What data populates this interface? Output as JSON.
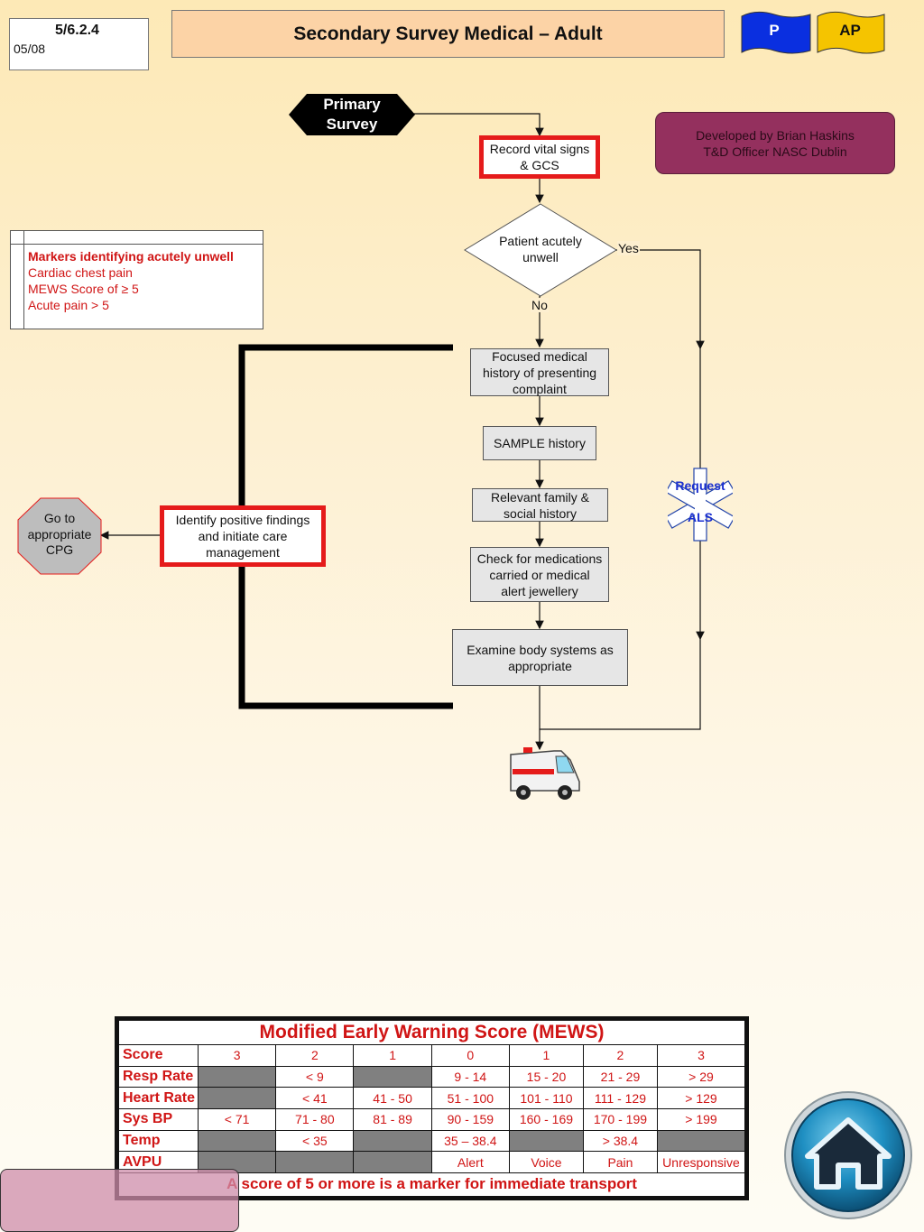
{
  "header": {
    "version_code": "5/6.2.4",
    "version_date": "05/08",
    "title": "Secondary Survey Medical – Adult",
    "flag_p": "P",
    "flag_ap": "AP"
  },
  "developer_note": {
    "line1": "Developed by Brian Haskins",
    "line2": "T&D Officer NASC Dublin"
  },
  "markers": {
    "heading": "Markers identifying acutely unwell",
    "items": [
      "Cardiac chest pain",
      "MEWS Score of ≥ 5",
      "Acute pain > 5"
    ]
  },
  "flow": {
    "primary_survey": [
      "Primary",
      "Survey"
    ],
    "record_vitals": [
      "Record vital signs",
      "& GCS"
    ],
    "acutely_unwell": [
      "Patient acutely",
      "unwell"
    ],
    "yes_label": "Yes",
    "no_label": "No",
    "focused_history": [
      "Focused medical",
      "history of presenting",
      "complaint"
    ],
    "sample_history": "SAMPLE history",
    "family_history": [
      "Relevant family &",
      "social history"
    ],
    "medications": [
      "Check for medications",
      "carried or medical",
      "alert jewellery"
    ],
    "examine": [
      "Examine body systems as",
      "appropriate"
    ],
    "identify_findings": [
      "Identify positive findings",
      "and initiate care",
      "management"
    ],
    "go_to_cpg": [
      "Go to",
      "appropriate",
      "CPG"
    ],
    "request_als": [
      "Request",
      "ALS"
    ]
  },
  "mews": {
    "title": "Modified Early Warning Score (MEWS)",
    "header": [
      "Score",
      "3",
      "2",
      "1",
      "0",
      "1",
      "2",
      "3"
    ],
    "rows": [
      [
        "Resp Rate",
        "",
        "< 9",
        "",
        "9 - 14",
        "15 - 20",
        "21 - 29",
        "> 29"
      ],
      [
        "Heart Rate",
        "",
        "< 41",
        "41 - 50",
        "51 - 100",
        "101 - 110",
        "111 - 129",
        "> 129"
      ],
      [
        "Sys BP",
        "< 71",
        "71 - 80",
        "81 - 89",
        "90 - 159",
        "160 - 169",
        "170 - 199",
        "> 199"
      ],
      [
        "Temp",
        "",
        "< 35",
        "",
        "35 – 38.4",
        "",
        "> 38.4",
        ""
      ],
      [
        "AVPU",
        "",
        "",
        "",
        "Alert",
        "Voice",
        "Pain",
        "Unresponsive"
      ]
    ],
    "gray_cells": [
      [
        0,
        1
      ],
      [
        0,
        3
      ],
      [
        1,
        1
      ],
      [
        3,
        1
      ],
      [
        3,
        3
      ],
      [
        3,
        5
      ],
      [
        3,
        7
      ],
      [
        4,
        1
      ],
      [
        4,
        2
      ],
      [
        4,
        3
      ]
    ],
    "footer": "A score of 5 or more is a marker for immediate transport"
  },
  "colors": {
    "red_outline": "#e51b1b",
    "marker_text": "#d01515",
    "dev_box": "#94305e",
    "title_bg": "#fcd3a6",
    "flag_p": "#0a2fe0",
    "flag_ap": "#f5c400"
  },
  "icons": [
    "ambulance-icon",
    "star-of-life-icon",
    "home-icon"
  ]
}
